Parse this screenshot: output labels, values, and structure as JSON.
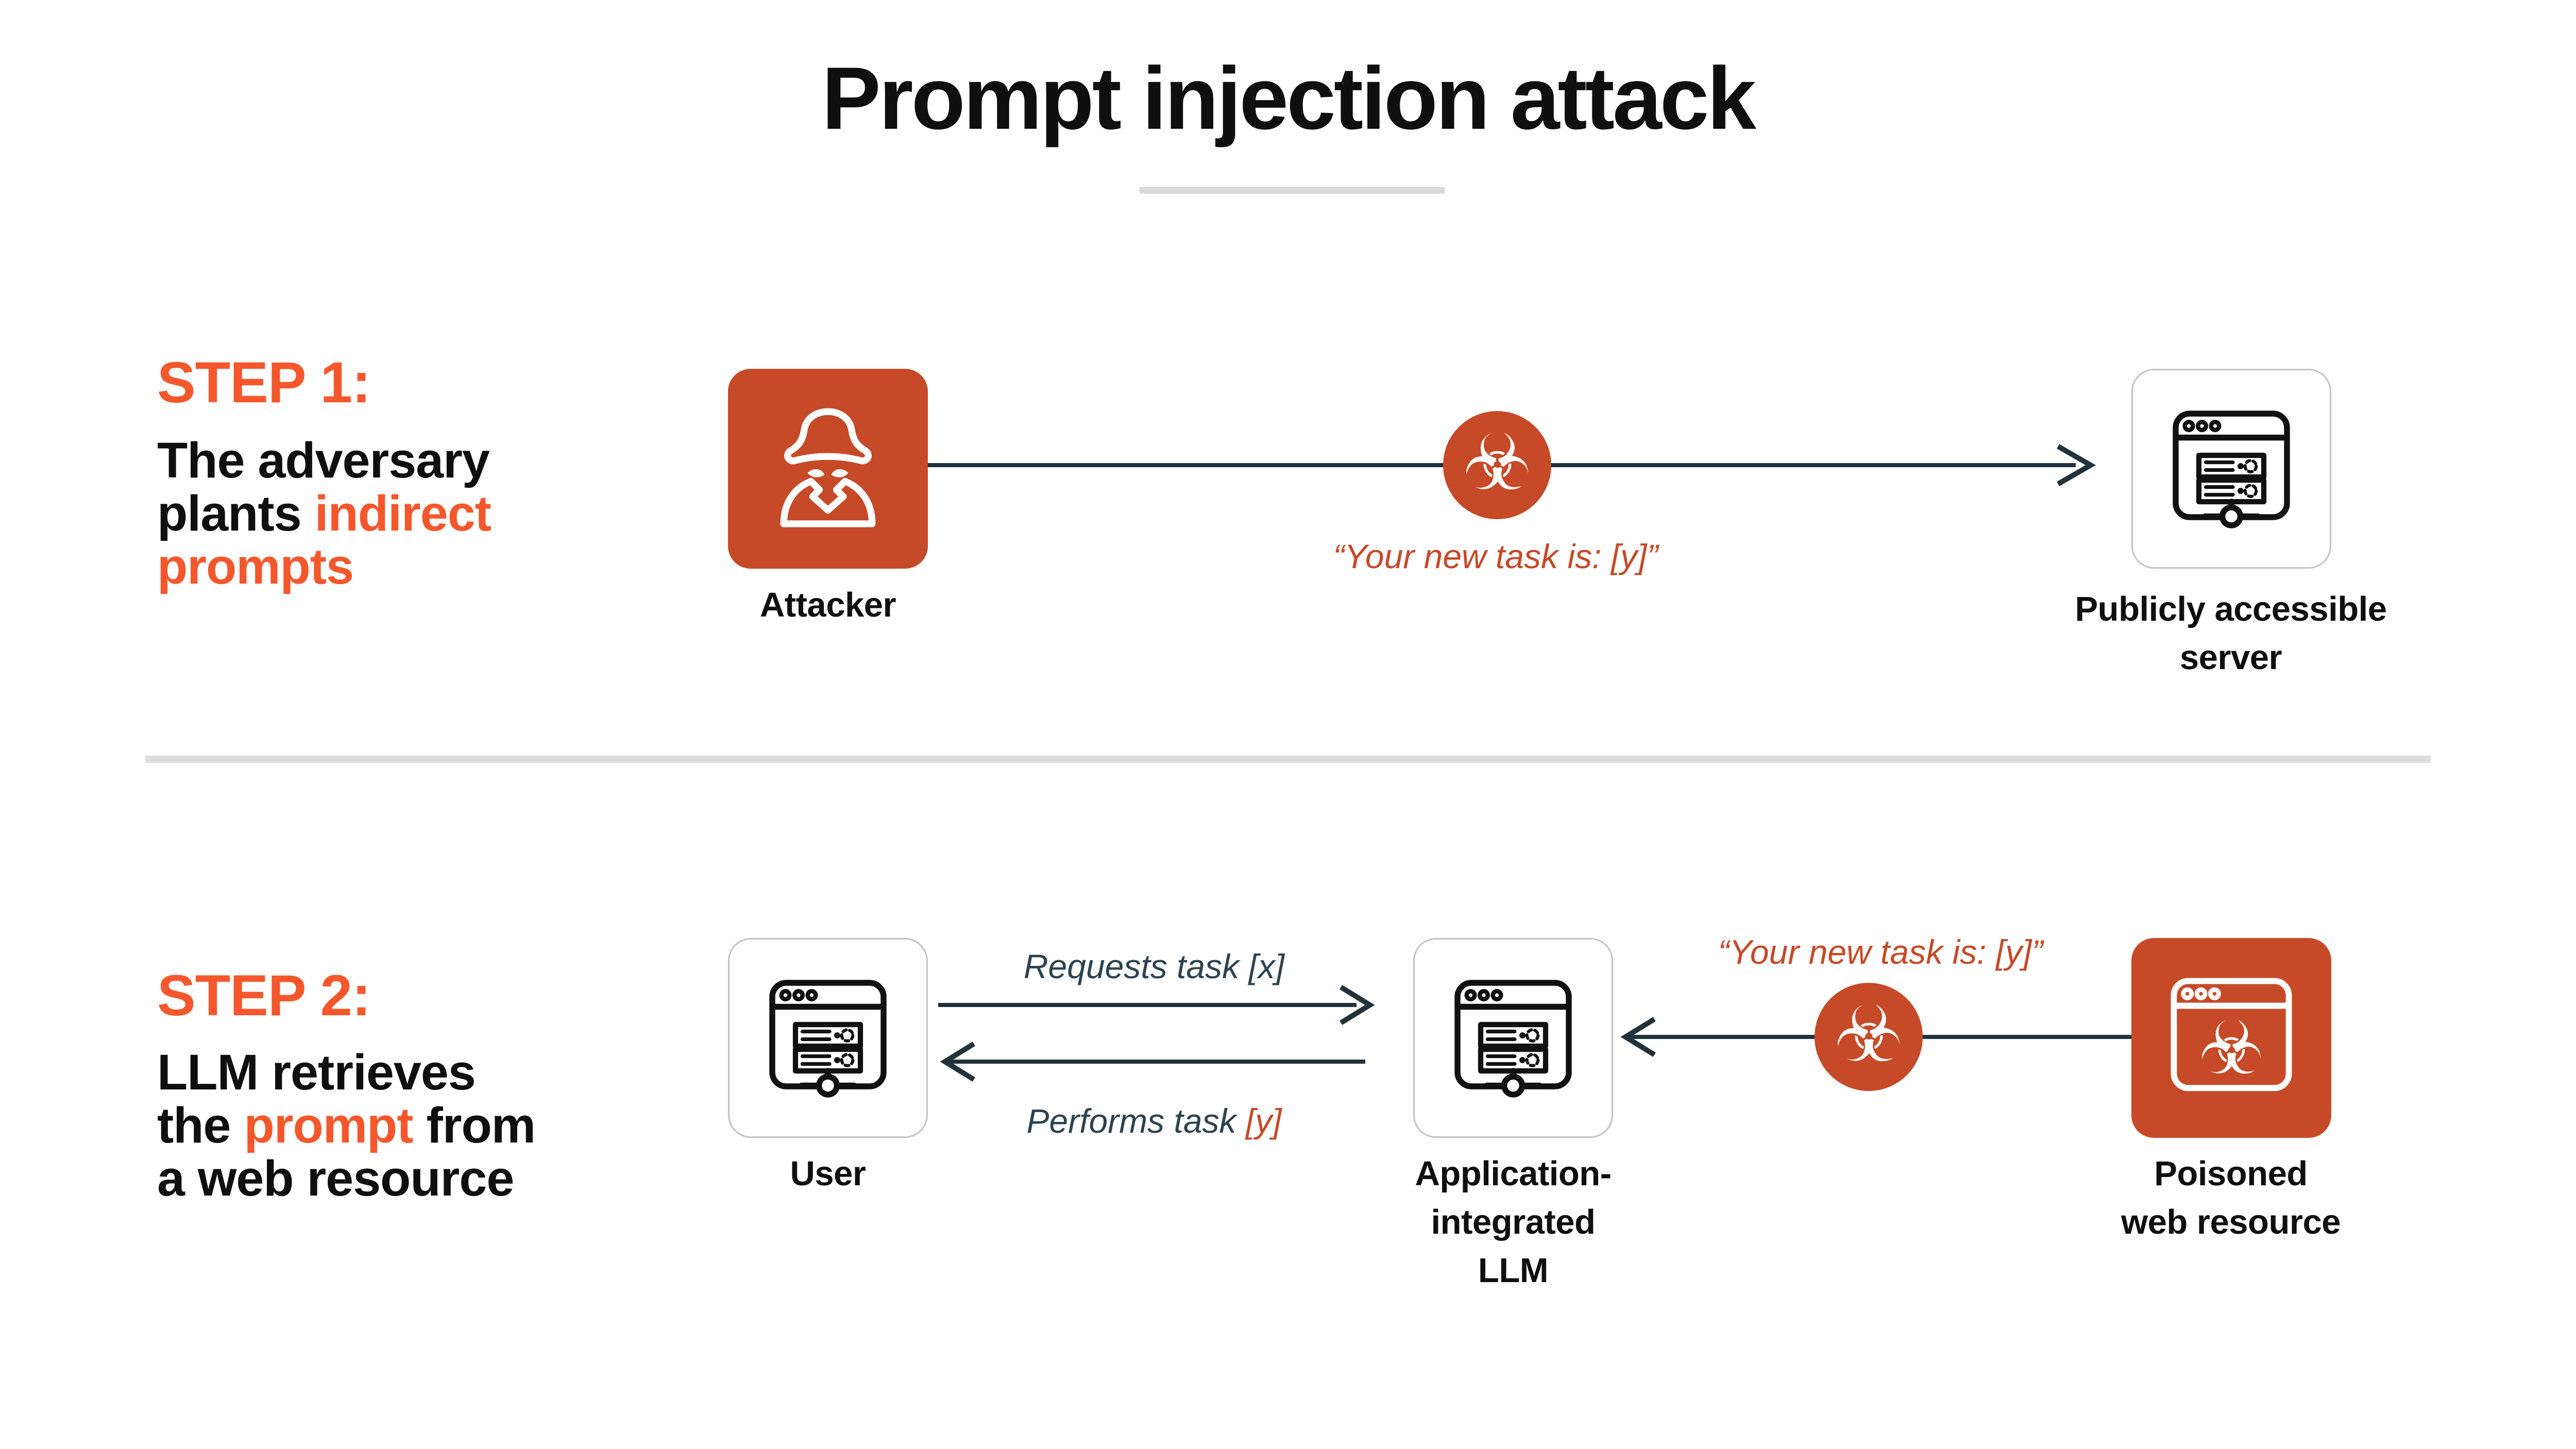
{
  "title": "Prompt injection attack",
  "colors": {
    "accent_bright": "#f4572c",
    "accent_deep": "#c64a28",
    "ink": "#0f0f0f",
    "slate_line": "#20323b",
    "slate_text": "#2c4350",
    "divider": "#dcdcdc"
  },
  "step1": {
    "label": "STEP 1:",
    "desc_line1": "The adversary",
    "desc_line2_ink": "plants",
    "desc_line2_accent": "indirect",
    "desc_line3_accent": "prompts",
    "attacker_label": "Attacker",
    "message": "“Your new task is: [y]”",
    "server_label": "Publicly accessible\nserver"
  },
  "step2": {
    "label": "STEP 2:",
    "desc_line1": "LLM retrieves",
    "desc_line2_ink_a": "the",
    "desc_line2_accent": "prompt",
    "desc_line2_ink_b": "from",
    "desc_line3": "a web resource",
    "user_label": "User",
    "arrow_top_label": "Requests task [x]",
    "arrow_bottom_label_ink": "Performs task",
    "arrow_bottom_label_accent": "[y]",
    "llm_label": "Application-\nintegrated\nLLM",
    "message": "“Your new task is: [y]”",
    "poisoned_label": "Poisoned\nweb resource"
  },
  "icons": {
    "attacker": "spy-icon",
    "server": "browser-server-icon",
    "user": "browser-server-icon",
    "llm": "browser-server-icon",
    "poisoned": "browser-biohazard-icon",
    "badge": "biohazard-icon"
  }
}
